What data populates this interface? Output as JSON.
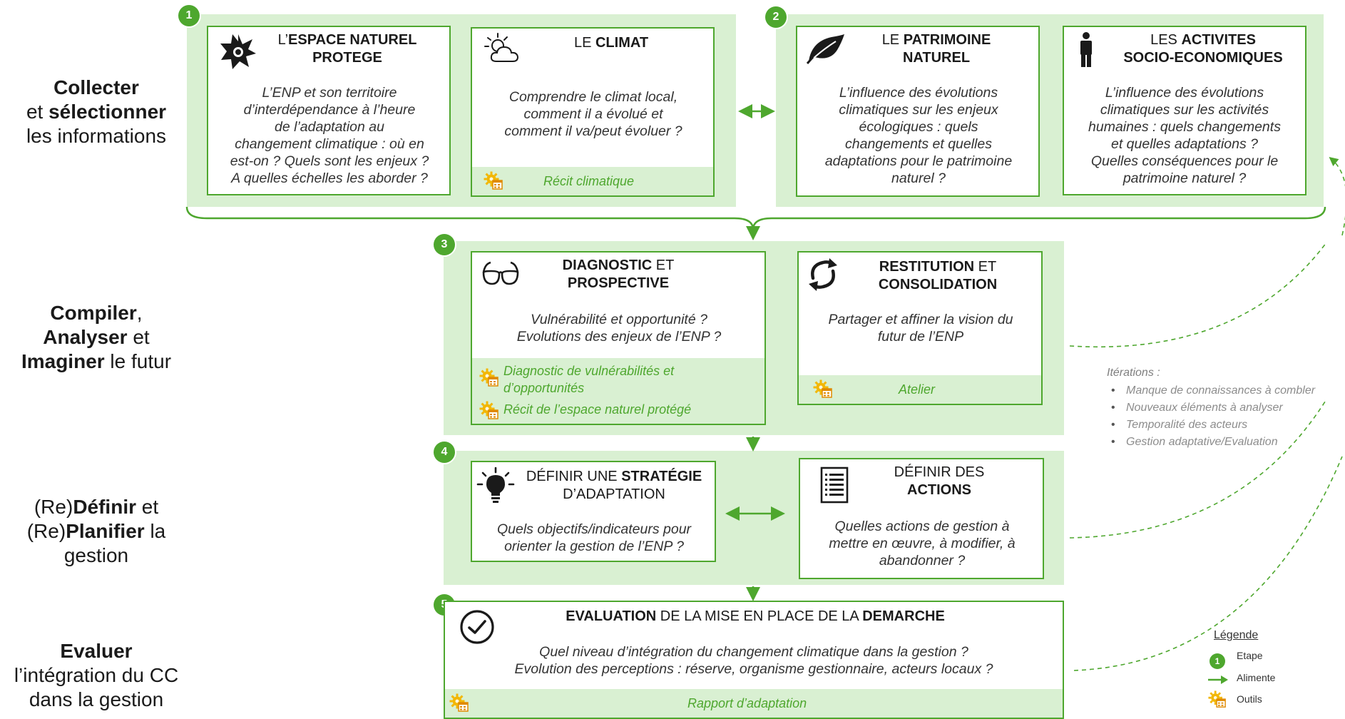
{
  "stages": {
    "s1": {
      "w1": "Collecter",
      "w2": "et ",
      "w3": "sélectionner",
      "w4": "les informations"
    },
    "s2": {
      "w1": "Compiler",
      "w2": ",",
      "w3": "Analyser",
      "w4": " et",
      "w5": "Imaginer",
      "w6": " le futur"
    },
    "s3": {
      "w1": "(Re)",
      "w2": "Définir",
      "w3": " et",
      "w4": "(Re)",
      "w5": "Planifier",
      "w6": " la",
      "w7": "gestion"
    },
    "s4": {
      "w1": "Evaluer",
      "w2": "l’intégration du CC",
      "w3": "dans la gestion"
    }
  },
  "steps": {
    "b1": "1",
    "b2": "2",
    "b3": "3",
    "b4": "4",
    "b5": "5"
  },
  "cards": {
    "enp": {
      "t1": "L’",
      "t2": "ESPACE NATUREL",
      "t3": "PROTEGE",
      "body": [
        "L’ENP et son territoire",
        "d’interdépendance à l’heure",
        "de l’adaptation au",
        "changement climatique : où en",
        "est-on ? Quels sont les enjeux ?",
        "A quelles échelles les aborder ?"
      ]
    },
    "climat": {
      "t1": "LE ",
      "t2": "CLIMAT",
      "body": [
        "Comprendre le climat local,",
        "comment il a évolué et",
        "comment il va/peut évoluer ?"
      ],
      "tool": "Récit climatique"
    },
    "patrimoine": {
      "t1": "LE ",
      "t2": "PATRIMOINE",
      "t3": "NATUREL",
      "body": [
        "L’influence des évolutions",
        "climatiques sur les enjeux",
        "écologiques : quels",
        "changements et quelles",
        "adaptations pour le patrimoine",
        "naturel ?"
      ]
    },
    "activites": {
      "t1": "LES ",
      "t2": "ACTIVITES",
      "t3": "SOCIO-ECONOMIQUES",
      "body": [
        "L’influence des évolutions",
        "climatiques sur les activités",
        "humaines : quels changements",
        "et quelles adaptations ?",
        "Quelles conséquences pour le",
        "patrimoine naturel ?"
      ]
    },
    "diagnostic": {
      "t1": "DIAGNOSTIC",
      "t2": " ET",
      "t3": "PROSPECTIVE",
      "body": [
        "Vulnérabilité et opportunité ?",
        "Evolutions des enjeux de l’ENP ?"
      ],
      "tool1a": "Diagnostic de vulnérabilités et",
      "tool1b": "d’opportunités",
      "tool2": "Récit de l’espace naturel protégé"
    },
    "restitution": {
      "t1": "RESTITUTION",
      "t2": " ET",
      "t3": "CONSOLIDATION",
      "body": [
        "Partager et affiner la vision du",
        "futur de l’ENP"
      ],
      "tool": "Atelier"
    },
    "strategie": {
      "t1": "DÉFINIR UNE ",
      "t2": "STRATÉGIE",
      "t3": "D’ADAPTATION",
      "body": [
        "Quels objectifs/indicateurs pour",
        "orienter la gestion de l’ENP ?"
      ]
    },
    "actions": {
      "t1": "DÉFINIR DES",
      "t2": "ACTIONS",
      "body": [
        "Quelles actions de gestion à",
        "mettre en œuvre, à modifier, à",
        "abandonner ?"
      ]
    },
    "evaluation": {
      "t1": "EVALUATION",
      "t2": " DE LA MISE EN PLACE DE LA ",
      "t3": "DEMARCHE",
      "body": [
        "Quel niveau d’intégration du changement climatique dans la gestion ?",
        "Evolution des perceptions : réserve, organisme gestionnaire, acteurs locaux ?"
      ],
      "tool": "Rapport d’adaptation"
    }
  },
  "iterations": {
    "title": "Itérations :",
    "items": [
      "Manque de connaissances à combler",
      "Nouveaux éléments à analyser",
      "Temporalité des acteurs",
      "Gestion adaptative/Evaluation"
    ]
  },
  "legend": {
    "title": "Légende",
    "badge": "1",
    "etape": "Etape",
    "alimente": "Alimente",
    "outils": "Outils"
  },
  "colors": {
    "green": "#4ea72e",
    "light_green": "#d9f0d2"
  },
  "icons": [
    "star-icon",
    "sun-cloud-icon",
    "leaf-icon",
    "person-icon",
    "glasses-icon",
    "cycle-arrows-icon",
    "lightbulb-icon",
    "list-icon",
    "check-circle-icon",
    "gear-tool-icon"
  ]
}
